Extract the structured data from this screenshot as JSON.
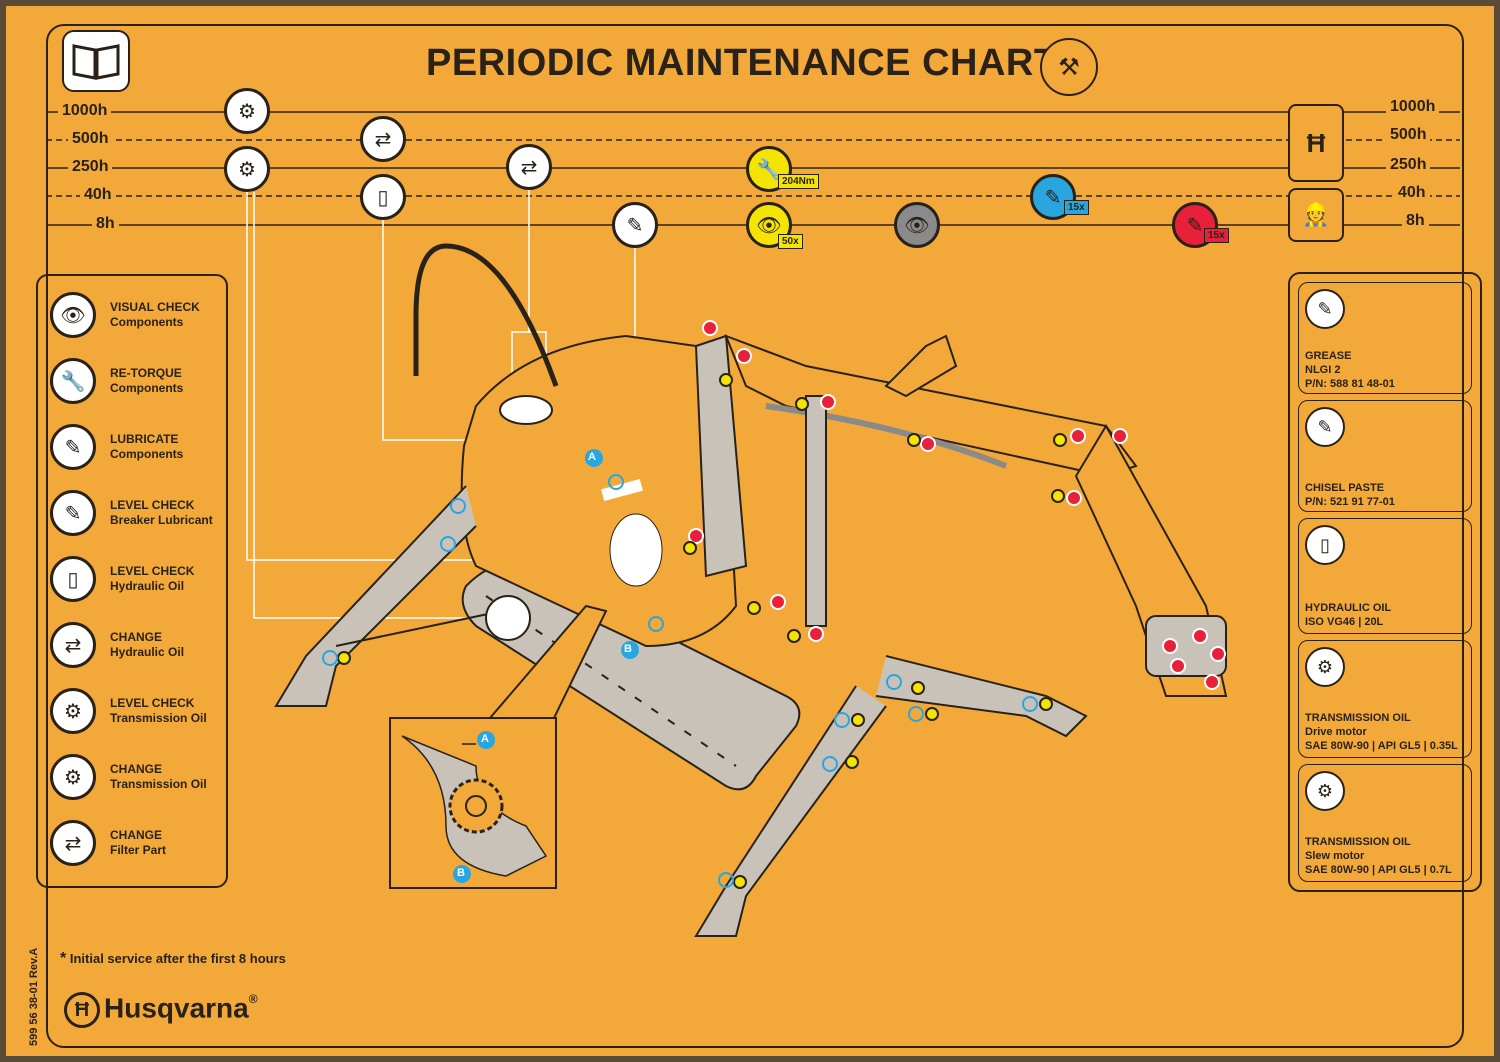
{
  "title": "PERIODIC MAINTENANCE CHART",
  "intervals_left": [
    "1000h",
    "500h",
    "250h",
    "40h",
    "8h"
  ],
  "intervals_right": [
    "1000h",
    "500h",
    "250h",
    "40h",
    "8h"
  ],
  "torque_badge": "204Nm",
  "visual_badge": "50x",
  "blue_badge": "15x",
  "red_badge": "15x",
  "legend": [
    {
      "l1": "VISUAL CHECK",
      "l2": "Components",
      "icon": "eye-icon"
    },
    {
      "l1": "RE-TORQUE",
      "l2": "Components",
      "icon": "wrench-icon"
    },
    {
      "l1": "LUBRICATE",
      "l2": "Components",
      "icon": "grease-gun-icon"
    },
    {
      "l1": "LEVEL CHECK",
      "l2": "Breaker Lubricant",
      "icon": "chisel-icon"
    },
    {
      "l1": "LEVEL CHECK",
      "l2": "Hydraulic Oil",
      "icon": "hydraulic-tank-icon"
    },
    {
      "l1": "CHANGE",
      "l2": "Hydraulic Oil",
      "icon": "hydraulic-change-icon"
    },
    {
      "l1": "LEVEL CHECK",
      "l2": "Transmission Oil",
      "icon": "gear-drop-icon"
    },
    {
      "l1": "CHANGE",
      "l2": "Transmission Oil",
      "icon": "gear-change-icon"
    },
    {
      "l1": "CHANGE",
      "l2": "Filter Part",
      "icon": "filter-icon"
    }
  ],
  "right_cards": [
    {
      "t1": "GREASE",
      "t2": "NLGI 2",
      "t3": "P/N: 588 81 48-01"
    },
    {
      "t1": "CHISEL PASTE",
      "t2": "P/N: 521 91 77-01",
      "t3": ""
    },
    {
      "t1": "HYDRAULIC OIL",
      "t2": "ISO VG46 | 20L",
      "t3": ""
    },
    {
      "t1": "TRANSMISSION OIL",
      "t2": "Drive motor",
      "t3": "SAE 80W-90 | API GL5 | 0.35L"
    },
    {
      "t1": "TRANSMISSION OIL",
      "t2": "Slew motor",
      "t3": "SAE 80W-90 | API GL5 | 0.7L"
    }
  ],
  "callout_a": "A",
  "callout_b": "B",
  "footnote_star": "*",
  "footnote": "Initial service after the first 8 hours",
  "part_number": "599 56 38-01 Rev.A",
  "brand": "Husqvarna",
  "brand_mark": "®",
  "colors": {
    "background": "#f2a93a",
    "ink": "#2a2218",
    "yellow": "#f4e400",
    "blue": "#29a6e0",
    "red": "#e8203a",
    "grey": "#8a8a8a"
  }
}
